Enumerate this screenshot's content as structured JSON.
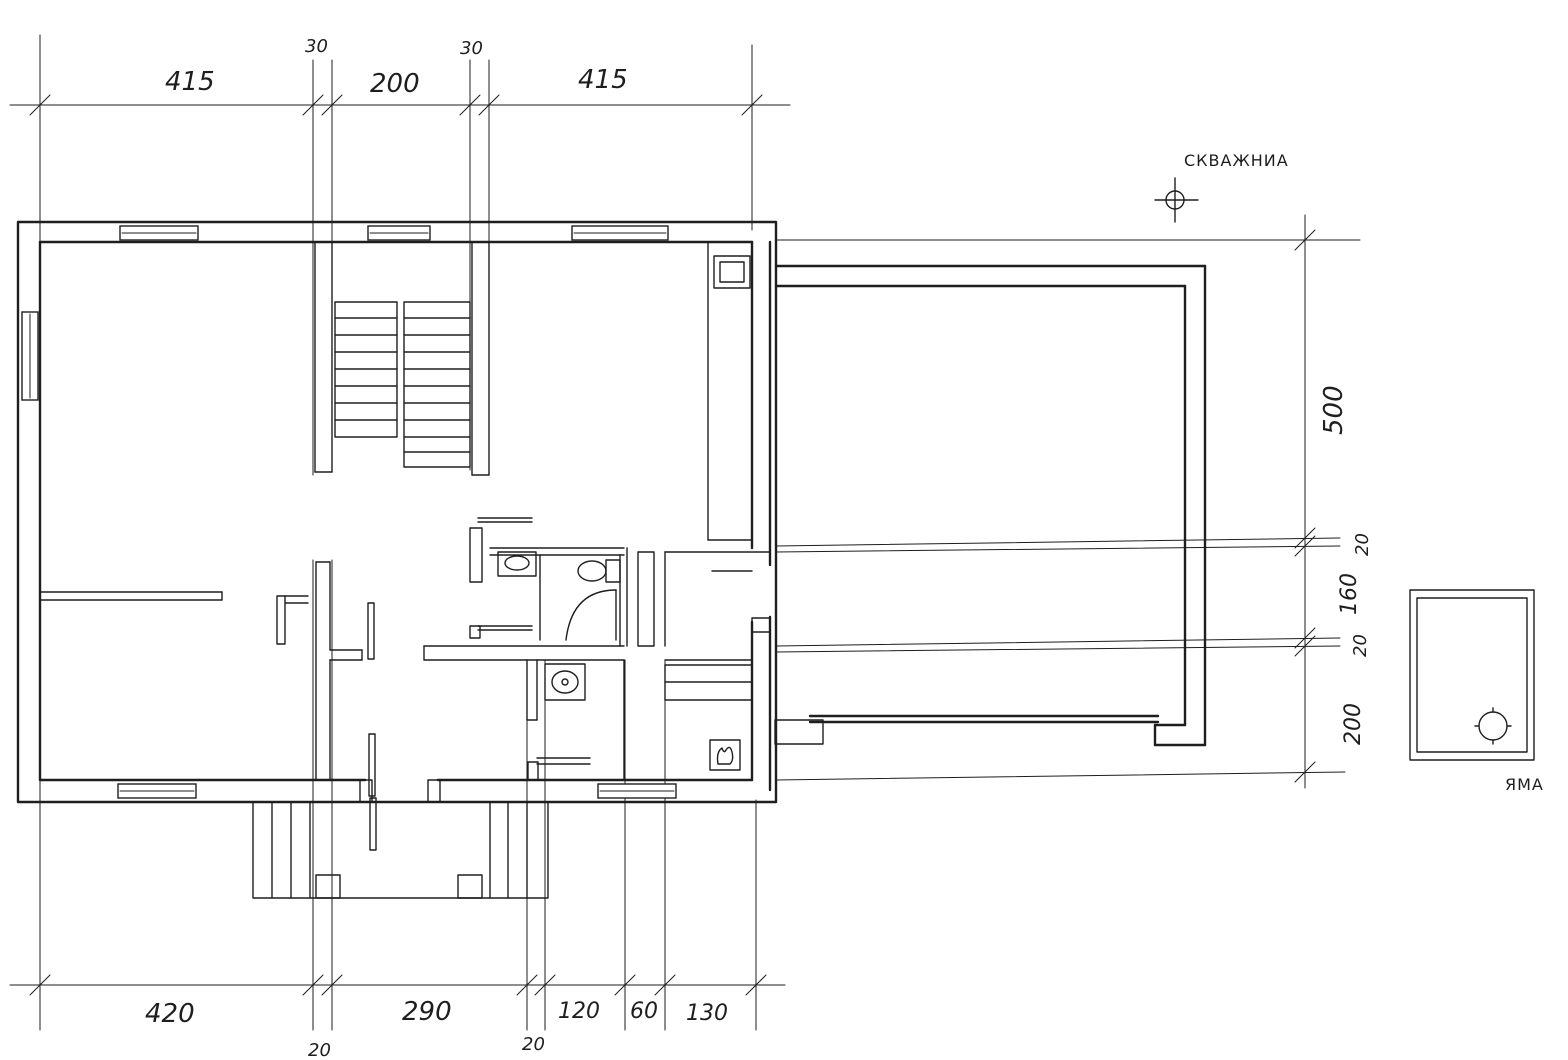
{
  "dimensions": {
    "top": {
      "d415_left": "415",
      "d30_left": "30",
      "d200": "200",
      "d30_right": "30",
      "d415_right": "415"
    },
    "bottom": {
      "d420": "420",
      "d20_left": "20",
      "d290": "290",
      "d20_right": "20",
      "d120": "120",
      "d60": "60",
      "d130": "130"
    },
    "right": {
      "d500": "500",
      "d20_top": "20",
      "d160": "160",
      "d20_bottom": "20",
      "d200": "200"
    }
  },
  "annotations": {
    "well": "СКВАЖНИА",
    "pit": "ЯМА"
  },
  "icons": {
    "well_marker": "well-marker-icon",
    "pit_marker": "pit-marker-icon",
    "fireplace": "fireplace-icon",
    "sink": "sink-icon",
    "toilet": "toilet-icon"
  }
}
